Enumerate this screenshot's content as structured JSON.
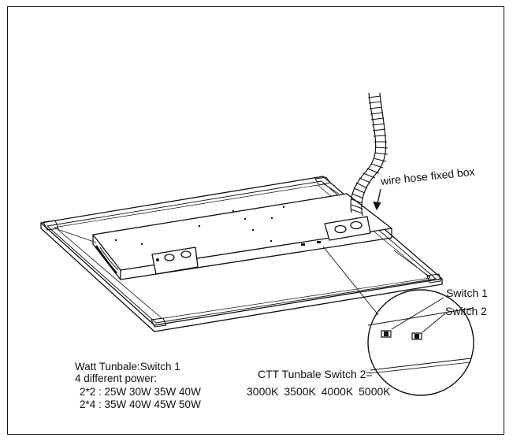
{
  "labels": {
    "wire_hose": "wire hose fixed box",
    "switch1": "Switch 1",
    "switch2": "Switch 2"
  },
  "watt": {
    "title": "Watt Tunbale:Switch 1",
    "subtitle": "4 different power:",
    "row1": "2*2 : 25W 30W 35W 40W",
    "row2": "2*4 : 35W 40W 45W 50W"
  },
  "ctt": {
    "title": "CTT Tunbale Switch 2=",
    "values": "3000K  3500K  4000K  5000K"
  },
  "colors": {
    "line": "#111111",
    "background": "#ffffff"
  }
}
